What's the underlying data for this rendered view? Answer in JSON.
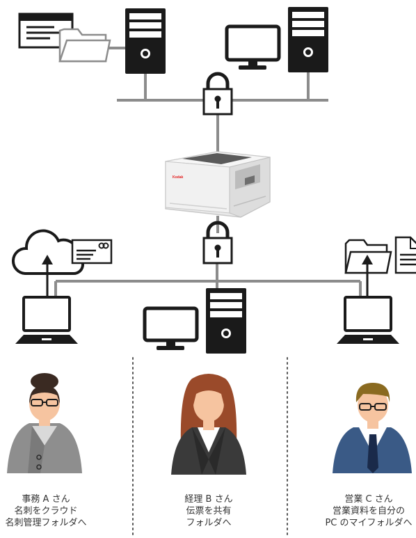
{
  "colors": {
    "line": "#8c8c8c",
    "icon": "#1a1a1a",
    "divider": "#555555",
    "text": "#333333",
    "skin": "#f6c4a0",
    "person_a_hair": "#3a2a22",
    "person_a_jacket": "#8e8e8e",
    "person_b_hair": "#9a4a2a",
    "person_b_jacket": "#3a3a3a",
    "person_c_hair": "#8a6a20",
    "person_c_jacket": "#3a5a86",
    "tie": "#1a2a4a"
  },
  "scanner": {
    "brand": "Kodak"
  },
  "people": [
    {
      "role_line": "事務 A さん",
      "task_line1": "名刺をクラウド",
      "task_line2": "名刺管理フォルダへ"
    },
    {
      "role_line": "経理 B さん",
      "task_line1": "伝票を共有",
      "task_line2": "フォルダへ"
    },
    {
      "role_line": "営業 C さん",
      "task_line1": "営業資料を自分の",
      "task_line2": "PC のマイフォルダへ"
    }
  ]
}
